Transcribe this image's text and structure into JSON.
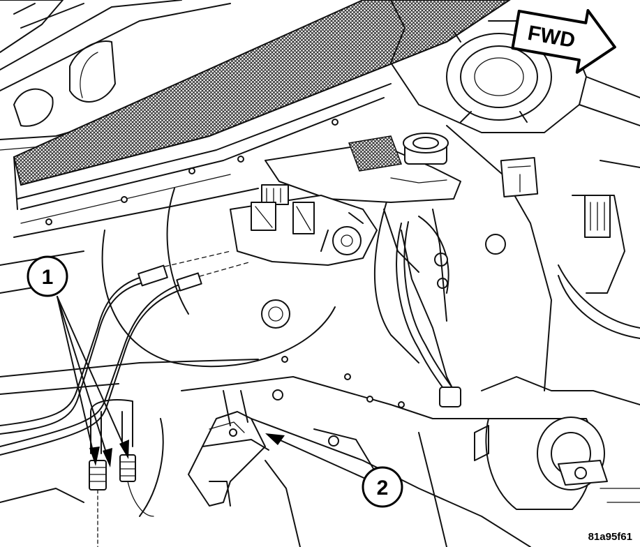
{
  "callouts": [
    {
      "number": "1"
    },
    {
      "number": "2"
    }
  ],
  "direction_label": "FWD",
  "figure_id": "81a95f61",
  "colors": {
    "line": "#111111",
    "background": "#ffffff",
    "hatch": "#333333"
  }
}
